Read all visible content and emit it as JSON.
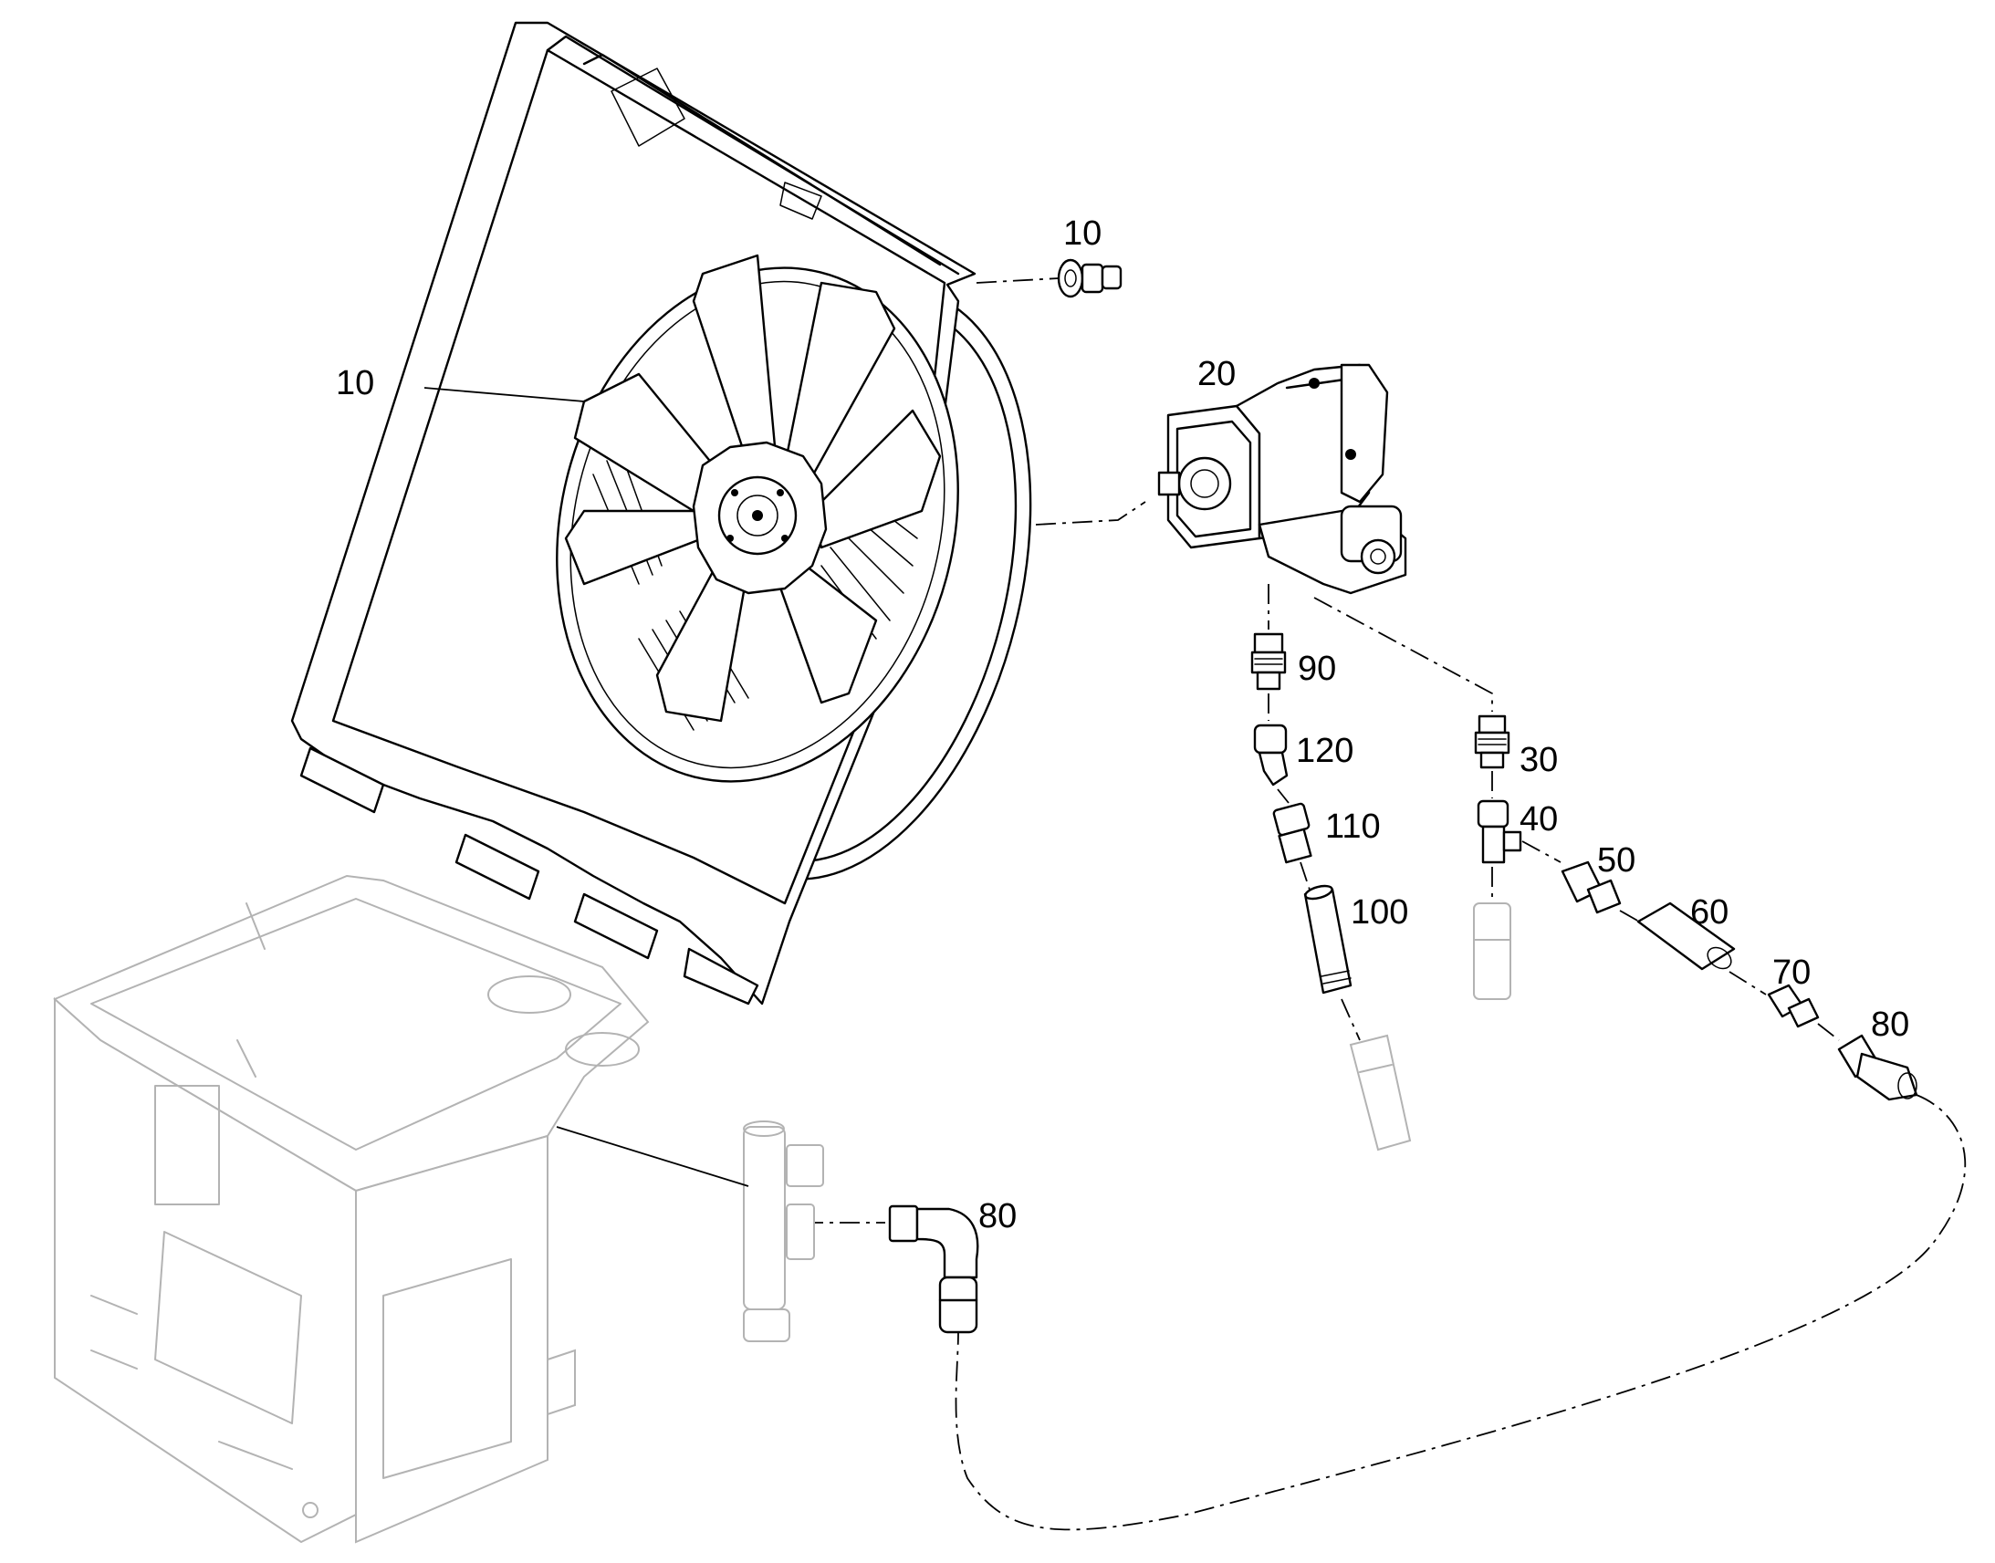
{
  "diagram": {
    "callouts": {
      "fan_assembly": "10",
      "fan_bolt": "10",
      "hydraulic_motor": "20",
      "fitting_30": "30",
      "tee_40": "40",
      "fitting_50": "50",
      "adapter_60": "60",
      "fitting_70": "70",
      "hose_80_upper": "80",
      "hose_80_lower": "80",
      "fitting_90": "90",
      "adapter_100": "100",
      "fitting_110": "110",
      "elbow_120": "120"
    },
    "colors": {
      "line": "#000000",
      "context_part": "#b3b3b3",
      "background": "#ffffff"
    }
  }
}
